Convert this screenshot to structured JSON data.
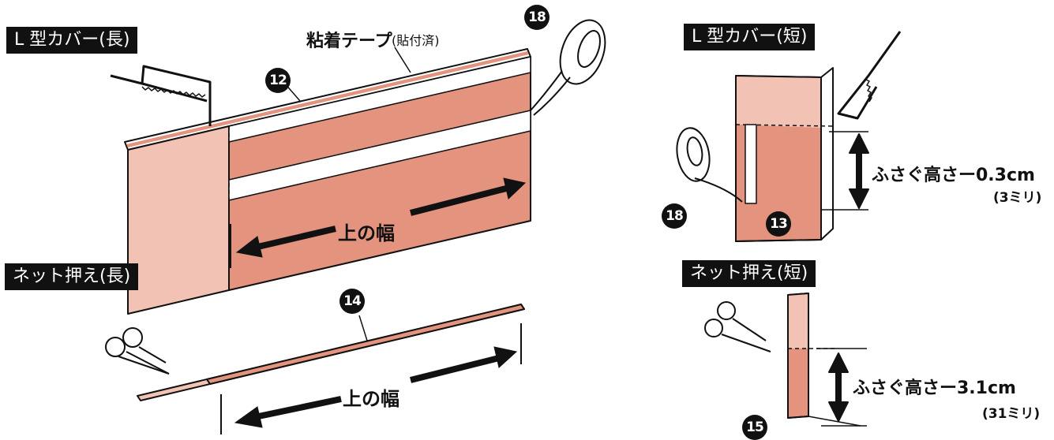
{
  "titles": {
    "l_cover_long": "L 型カバー(長)",
    "l_cover_short": "L 型カバー(短)",
    "net_long": "ネット押え(長)",
    "net_short": "ネット押え(短)"
  },
  "adhesive": {
    "main": "粘着テープ",
    "sub": "(貼付済)"
  },
  "numbers": {
    "n12": "12",
    "n13": "13",
    "n14": "14",
    "n15": "15",
    "n18a": "18",
    "n18b": "18"
  },
  "width_label_1": "上の幅",
  "width_label_2": "上の幅",
  "height_1": {
    "text": "ふさぐ高さー0.3cm",
    "mm": "(3ミリ)"
  },
  "height_2": {
    "text": "ふさぐ高さー3.1cm",
    "mm": "(31ミリ)"
  },
  "colors": {
    "pink_dark": "#e3937e",
    "pink_light": "#f2c3b5",
    "black": "#111111"
  }
}
